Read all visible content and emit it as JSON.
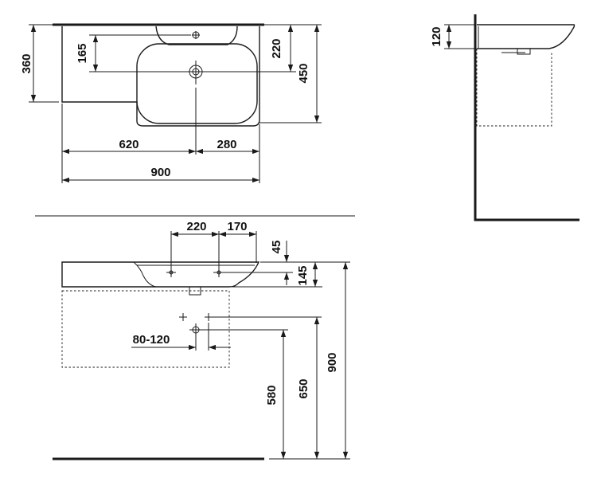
{
  "top_view": {
    "width_total": "900",
    "width_left": "620",
    "width_right": "280",
    "depth_shelf": "360",
    "depth_basin": "450",
    "tap_depth": "165",
    "drain_depth": "220"
  },
  "side_view": {
    "rim_height": "120"
  },
  "front_view": {
    "hole_spacing_left": "220",
    "hole_spacing_right": "170",
    "rim_to_top": "45",
    "drain_drop": "145",
    "pipe_spacing": "80-120",
    "height_580": "580",
    "height_650": "650",
    "height_900": "900"
  }
}
